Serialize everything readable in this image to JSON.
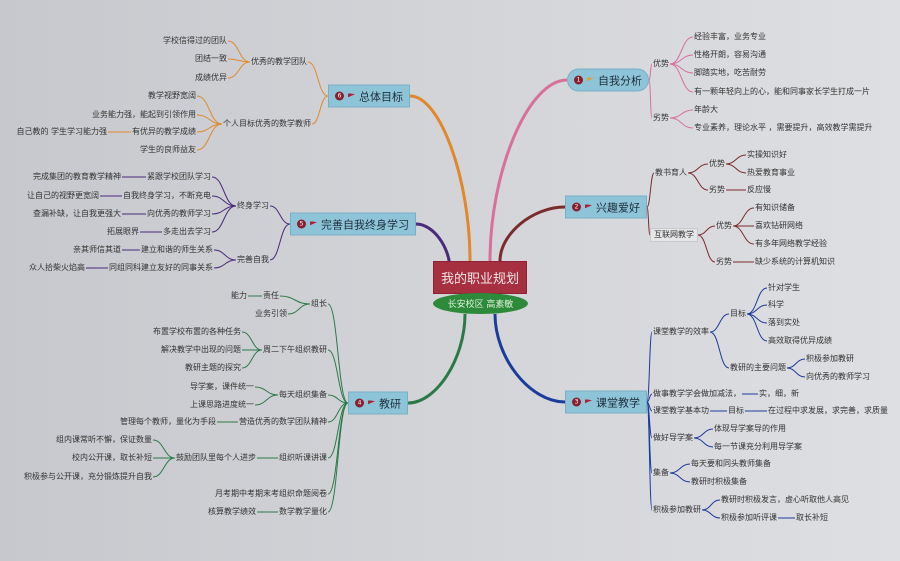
{
  "center": {
    "title": "我的职业规划",
    "subtitle": "长安校区  高素敏"
  },
  "t1": {
    "num": "1",
    "label": "自我分析",
    "strengths": {
      "label": "优势",
      "items": [
        "经验丰富，业务专业",
        "性格开朗，容易沟通",
        "脚踏实地，吃苦耐劳",
        "有一颗年轻向上的心，能和同事家长学生打成一片"
      ]
    },
    "weaknesses": {
      "label": "劣势",
      "items": [
        "年龄大",
        "专业素养，理论水平 ，需要提升，高效教学需提升"
      ]
    }
  },
  "t2": {
    "num": "2",
    "label": "兴趣爱好",
    "teaching": {
      "label": "教书育人",
      "strengths": {
        "label": "优势",
        "items": [
          "实操知识好",
          "热爱教育事业"
        ]
      },
      "weaknesses": {
        "label": "劣势",
        "items": [
          "反应慢"
        ]
      }
    },
    "online": {
      "label": "互联网教学",
      "strengths": {
        "label": "优势",
        "items": [
          "有知识储备",
          "喜欢钻研网络",
          "有多年网络教学经验"
        ]
      },
      "weaknesses": {
        "label": "劣势",
        "items": [
          "缺少系统的计算机知识"
        ]
      }
    }
  },
  "t3": {
    "num": "3",
    "label": "课堂教学",
    "efficiency": {
      "label": "课堂教学的效率",
      "goal": {
        "label": "目标",
        "items": [
          "针对学生",
          "科学",
          "落到实处",
          "高效取得优异成绩"
        ]
      },
      "research": {
        "label": "教研的主要问题",
        "items": [
          "积极参加教研",
          "向优秀的教师学习"
        ]
      }
    },
    "addsub": {
      "label": "做事教学学会做加减法，",
      "item": "实，细，新"
    },
    "basic": {
      "label": "课堂教学基本功",
      "goal": "目标",
      "item": "在过程中求发展，求完善，求质量"
    },
    "guide": {
      "label": "做好导学案",
      "items": [
        "体现导学案导的作用",
        "每一节课充分利用导学案"
      ]
    },
    "prep": {
      "label": "集备",
      "items": [
        "每天要和同头教师集备",
        "教研时积极集备"
      ]
    },
    "research": {
      "label": "积极参加教研",
      "items": [
        "教研时积极发言，虚心听取他人高见",
        "积极参加听评课"
      ],
      "sub": "取长补短"
    }
  },
  "t4": {
    "num": "4",
    "label": "教研",
    "leader": {
      "label": "组长",
      "items": [
        "责任",
        "业务引领"
      ],
      "sub": "能力"
    },
    "tuesday": {
      "label": "周二下午组织教研",
      "items": [
        "布置学校布置的各种任务",
        "解决教学中出现的问题",
        "教研主题的探究"
      ]
    },
    "daily": {
      "label": "每天组织集备",
      "items": [
        "导学案，课件统一",
        "上课思路进度统一"
      ]
    },
    "spirit": {
      "label": "营造优秀的数学团队精神",
      "item": "管理每个教师，量化为手段"
    },
    "lectures": {
      "label": "组织听课讲课",
      "mid": "鼓励团队里每个人进步",
      "items": [
        "组内课常听不懈，保证数量",
        "校内公开课，取长补短",
        "积极参与公开课，充分锻炼提升自我"
      ]
    },
    "exams": {
      "label": "月考期中考期末考组织命题阅卷"
    },
    "quant": {
      "label": "数学教学量化",
      "item": "核算教学绩效"
    }
  },
  "t5": {
    "num": "5",
    "label": "完善自我终身学习",
    "lifelong": {
      "label": "终身学习",
      "items": [
        {
          "text": "紧跟学校团队学习",
          "reason": "完成集团的教育教学精神"
        },
        {
          "text": "自我终身学习，不断充电",
          "reason": "让自己的视野更宽阔"
        },
        {
          "text": "向优秀的教师学习",
          "reason": "查漏补缺，让自我更强大"
        },
        {
          "text": "多走出去学习",
          "reason": "拓展眼界"
        }
      ]
    },
    "self": {
      "label": "完善自我",
      "items": [
        {
          "text": "建立和谐的师生关系",
          "reason": "亲其师信其道"
        },
        {
          "text": "同组同科建立友好的同事关系",
          "reason": "众人拾柴火焰高"
        }
      ]
    }
  },
  "t6": {
    "num": "6",
    "label": "总体目标",
    "team": {
      "label": "优秀的教学团队",
      "items": [
        "学校信得过的团队",
        "团结一致",
        "成绩优异"
      ]
    },
    "personal": {
      "label": "个人目标优秀的数学教师",
      "items": [
        "教学视野宽阔",
        "业务能力强，能起到引领作用",
        "有优异的教学成绩",
        "学生的良师益友"
      ],
      "sub": "自己教的 学生学习能力强"
    }
  },
  "colors": {
    "t1": "#d9709c",
    "t2": "#7a2c2c",
    "t3": "#1c3c9c",
    "t4": "#2a7a48",
    "t5": "#4a2a7a",
    "t6": "#e0892c",
    "center": "#a73040",
    "subtitle": "#2d8a3b"
  }
}
